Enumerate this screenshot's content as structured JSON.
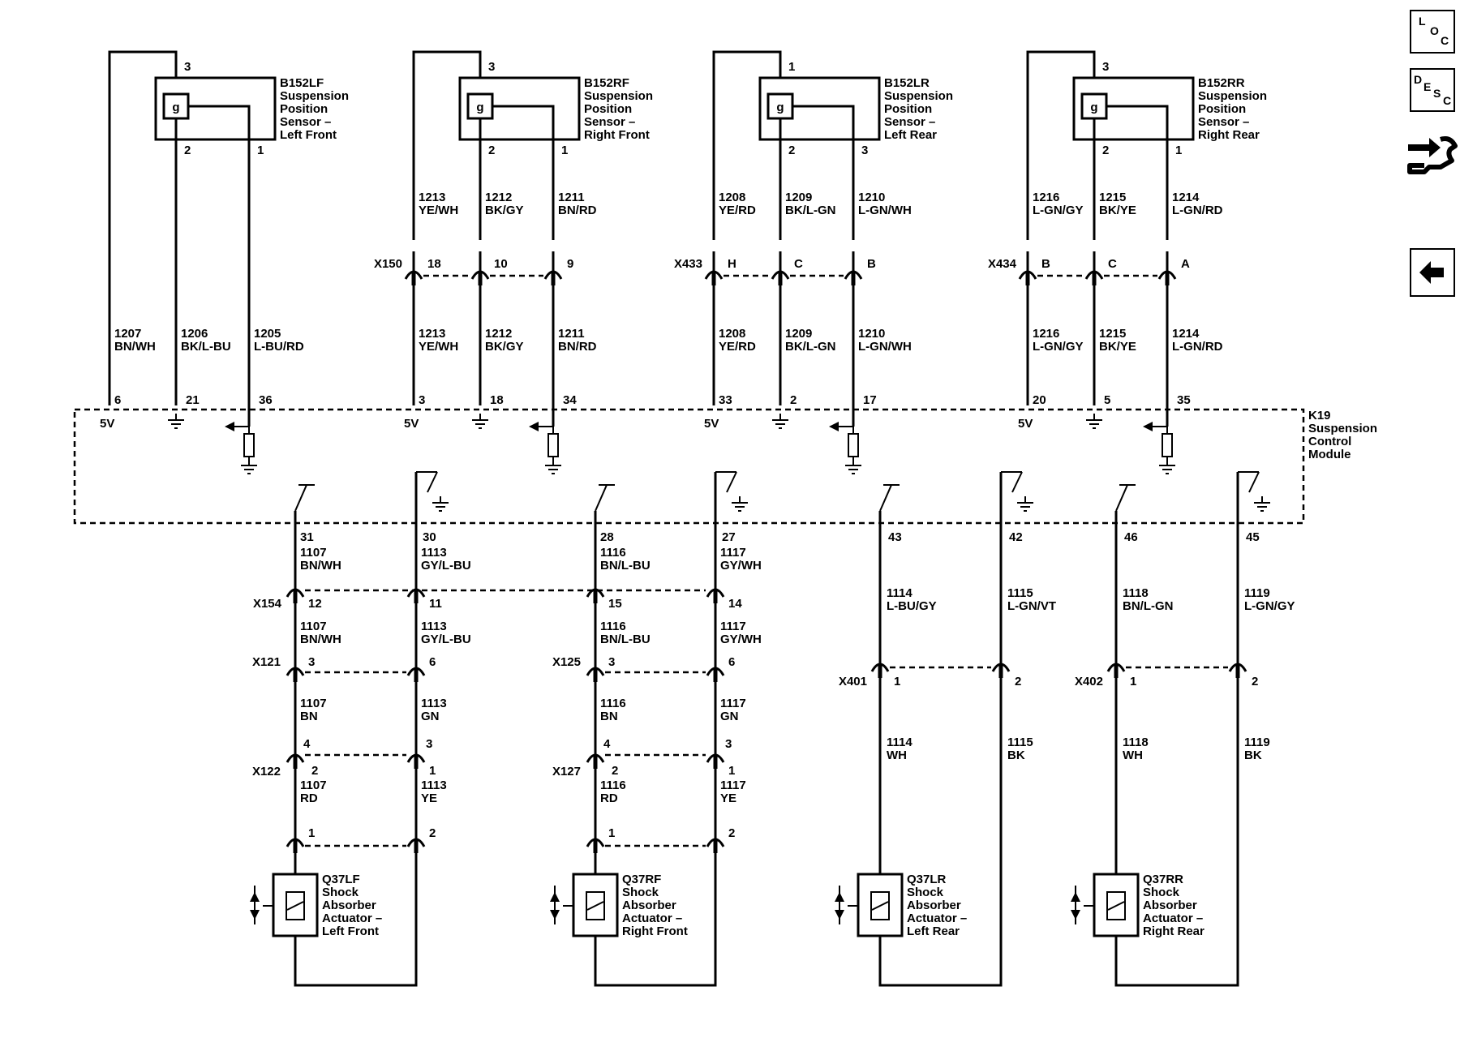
{
  "toolbar": {
    "loc": {
      "c1": "L",
      "c2": "O",
      "c3": "C"
    },
    "desc": {
      "c1": "D",
      "c2": "E",
      "c3": "S",
      "c4": "C"
    },
    "icons": [
      "connector-view-icon",
      "back-arrow-icon"
    ]
  },
  "module": {
    "id": "K19",
    "lines": [
      "Suspension",
      "Control",
      "Module"
    ]
  },
  "sensors": [
    {
      "id": "B152LF",
      "lines": [
        "Suspension",
        "Position",
        "Sensor –",
        "Left Front"
      ],
      "pin_top": "3",
      "pin_mid": "2",
      "pin_right": "1",
      "wires_upper": [],
      "connector": null,
      "wires_lower": [
        {
          "c": "1207",
          "col": "BN/WH"
        },
        {
          "c": "1206",
          "col": "BK/L-BU"
        },
        {
          "c": "1205",
          "col": "L-BU/RD"
        }
      ],
      "module_pins": [
        "6",
        "21",
        "36"
      ],
      "supply": "5V"
    },
    {
      "id": "B152RF",
      "lines": [
        "Suspension",
        "Position",
        "Sensor –",
        "Right Front"
      ],
      "pin_top": "3",
      "pin_mid": "2",
      "pin_right": "1",
      "wires_upper": [
        {
          "c": "1213",
          "col": "YE/WH"
        },
        {
          "c": "1212",
          "col": "BK/GY"
        },
        {
          "c": "1211",
          "col": "BN/RD"
        }
      ],
      "connector": {
        "id": "X150",
        "pins": [
          "18",
          "10",
          "9"
        ]
      },
      "wires_lower": [
        {
          "c": "1213",
          "col": "YE/WH"
        },
        {
          "c": "1212",
          "col": "BK/GY"
        },
        {
          "c": "1211",
          "col": "BN/RD"
        }
      ],
      "module_pins": [
        "3",
        "18",
        "34"
      ],
      "supply": "5V"
    },
    {
      "id": "B152LR",
      "lines": [
        "Suspension",
        "Position",
        "Sensor –",
        "Left Rear"
      ],
      "pin_top": "1",
      "pin_mid": "2",
      "pin_right": "3",
      "wires_upper": [
        {
          "c": "1208",
          "col": "YE/RD"
        },
        {
          "c": "1209",
          "col": "BK/L-GN"
        },
        {
          "c": "1210",
          "col": "L-GN/WH"
        }
      ],
      "connector": {
        "id": "X433",
        "pins": [
          "H",
          "C",
          "B"
        ]
      },
      "wires_lower": [
        {
          "c": "1208",
          "col": "YE/RD"
        },
        {
          "c": "1209",
          "col": "BK/L-GN"
        },
        {
          "c": "1210",
          "col": "L-GN/WH"
        }
      ],
      "module_pins": [
        "33",
        "2",
        "17"
      ],
      "supply": "5V"
    },
    {
      "id": "B152RR",
      "lines": [
        "Suspension",
        "Position",
        "Sensor –",
        "Right Rear"
      ],
      "pin_top": "3",
      "pin_mid": "2",
      "pin_right": "1",
      "wires_upper": [
        {
          "c": "1216",
          "col": "L-GN/GY"
        },
        {
          "c": "1215",
          "col": "BK/YE"
        },
        {
          "c": "1214",
          "col": "L-GN/RD"
        }
      ],
      "connector": {
        "id": "X434",
        "pins": [
          "B",
          "C",
          "A"
        ]
      },
      "wires_lower": [
        {
          "c": "1216",
          "col": "L-GN/GY"
        },
        {
          "c": "1215",
          "col": "BK/YE"
        },
        {
          "c": "1214",
          "col": "L-GN/RD"
        }
      ],
      "module_pins": [
        "20",
        "5",
        "35"
      ],
      "supply": "5V"
    }
  ],
  "sensor_glyph": "g",
  "front_actuators": [
    {
      "id": "Q37LF",
      "lines": [
        "Shock",
        "Absorber",
        "Actuator –",
        "Left Front"
      ],
      "module_pins": [
        "31",
        "30"
      ],
      "w1": [
        {
          "c": "1107",
          "col": "BN/WH"
        },
        {
          "c": "1113",
          "col": "GY/L-BU"
        }
      ],
      "x154_pins": [
        "12",
        "11"
      ],
      "w2": [
        {
          "c": "1107",
          "col": "BN/WH"
        },
        {
          "c": "1113",
          "col": "GY/L-BU"
        }
      ],
      "xa": {
        "id": "X121",
        "pins": [
          "3",
          "6"
        ]
      },
      "w3": [
        {
          "c": "1107",
          "col": "BN"
        },
        {
          "c": "1113",
          "col": "GN"
        }
      ],
      "xb_top_pins": [
        "4",
        "3"
      ],
      "xb": {
        "id": "X122",
        "pins": [
          "2",
          "1"
        ]
      },
      "w4": [
        {
          "c": "1107",
          "col": "RD"
        },
        {
          "c": "1113",
          "col": "YE"
        }
      ],
      "act_pins": [
        "1",
        "2"
      ]
    },
    {
      "id": "Q37RF",
      "lines": [
        "Shock",
        "Absorber",
        "Actuator –",
        "Right Front"
      ],
      "module_pins": [
        "28",
        "27"
      ],
      "w1": [
        {
          "c": "1116",
          "col": "BN/L-BU"
        },
        {
          "c": "1117",
          "col": "GY/WH"
        }
      ],
      "x154_pins": [
        "15",
        "14"
      ],
      "w2": [
        {
          "c": "1116",
          "col": "BN/L-BU"
        },
        {
          "c": "1117",
          "col": "GY/WH"
        }
      ],
      "xa": {
        "id": "X125",
        "pins": [
          "3",
          "6"
        ]
      },
      "w3": [
        {
          "c": "1116",
          "col": "BN"
        },
        {
          "c": "1117",
          "col": "GN"
        }
      ],
      "xb_top_pins": [
        "4",
        "3"
      ],
      "xb": {
        "id": "X127",
        "pins": [
          "2",
          "1"
        ]
      },
      "w4": [
        {
          "c": "1116",
          "col": "RD"
        },
        {
          "c": "1117",
          "col": "YE"
        }
      ],
      "act_pins": [
        "1",
        "2"
      ]
    }
  ],
  "x154_id": "X154",
  "rear_actuators": [
    {
      "id": "Q37LR",
      "lines": [
        "Shock",
        "Absorber",
        "Actuator –",
        "Left Rear"
      ],
      "module_pins": [
        "43",
        "42"
      ],
      "w1": [
        {
          "c": "1114",
          "col": "L-BU/GY"
        },
        {
          "c": "1115",
          "col": "L-GN/VT"
        }
      ],
      "xa": {
        "id": "X401",
        "pins": [
          "1",
          "2"
        ]
      },
      "w2": [
        {
          "c": "1114",
          "col": "WH"
        },
        {
          "c": "1115",
          "col": "BK"
        }
      ]
    },
    {
      "id": "Q37RR",
      "lines": [
        "Shock",
        "Absorber",
        "Actuator –",
        "Right Rear"
      ],
      "module_pins": [
        "46",
        "45"
      ],
      "w1": [
        {
          "c": "1118",
          "col": "BN/L-GN"
        },
        {
          "c": "1119",
          "col": "L-GN/GY"
        }
      ],
      "xa": {
        "id": "X402",
        "pins": [
          "1",
          "2"
        ]
      },
      "w2": [
        {
          "c": "1118",
          "col": "WH"
        },
        {
          "c": "1119",
          "col": "BK"
        }
      ]
    }
  ]
}
